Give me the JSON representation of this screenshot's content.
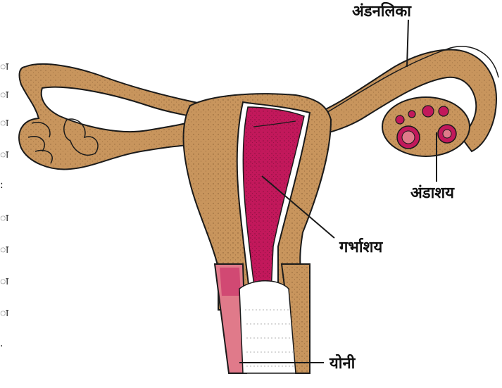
{
  "labels": {
    "fallopian_tube": "अंडनलिका",
    "ovary": "अंडाशय",
    "uterus": "गर्भाशय",
    "vagina": "योनी"
  },
  "edge_glyphs": [
    "ा",
    "ा",
    "ा",
    "ा",
    ":",
    "ा",
    "ा",
    "ा",
    "ा",
    "."
  ],
  "colors": {
    "tissue": "#c8955d",
    "tissue_dark": "#8b5a2b",
    "cavity": "#c2185b",
    "cavity_light": "#e07a8a",
    "outline": "#1a1a1a",
    "paper": "#ffffff"
  }
}
